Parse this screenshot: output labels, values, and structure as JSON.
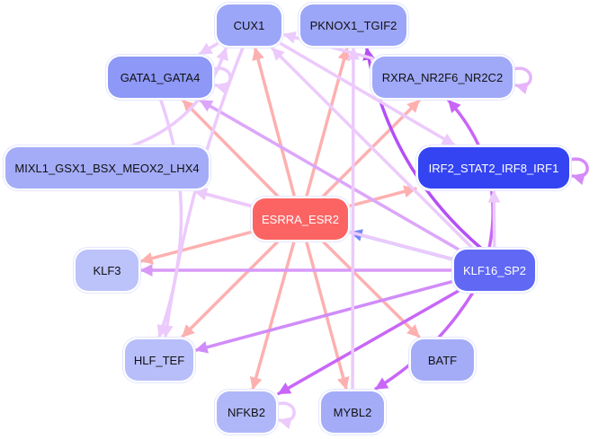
{
  "graph": {
    "title": "Transcription factor regulatory network",
    "nodes": [
      {
        "id": "CUX1",
        "label": "CUX1",
        "color": "#9ca6f8",
        "text_color": "#111111"
      },
      {
        "id": "PKNOX1_TGIF2",
        "label": "PKNOX1_TGIF2",
        "color": "#9ca6f8",
        "text_color": "#111111"
      },
      {
        "id": "GATA1_GATA4",
        "label": "GATA1_GATA4",
        "color": "#8d98f7",
        "text_color": "#111111"
      },
      {
        "id": "RXRA_NR2F6_NR2C2",
        "label": "RXRA_NR2F6_NR2C2",
        "color": "#a0a9f8",
        "text_color": "#111111"
      },
      {
        "id": "MIXL1_GSX1_BSX_MEOX2_LHX4",
        "label": "MIXL1_GSX1_BSX_MEOX2_LHX4",
        "color": "#a4acf8",
        "text_color": "#111111"
      },
      {
        "id": "IRF2_STAT2_IRF8_IRF1",
        "label": "IRF2_STAT2_IRF8_IRF1",
        "color": "#3444f2",
        "text_color": "#ffffff"
      },
      {
        "id": "ESRRA_ESR2",
        "label": "ESRRA_ESR2",
        "color": "#fc6464",
        "text_color": "#ffffff"
      },
      {
        "id": "KLF3",
        "label": "KLF3",
        "color": "#bcc2fa",
        "text_color": "#111111"
      },
      {
        "id": "KLF16_SP2",
        "label": "KLF16_SP2",
        "color": "#6068f4",
        "text_color": "#ffffff"
      },
      {
        "id": "HLF_TEF",
        "label": "HLF_TEF",
        "color": "#b8befa",
        "text_color": "#111111"
      },
      {
        "id": "BATF",
        "label": "BATF",
        "color": "#a4acf8",
        "text_color": "#111111"
      },
      {
        "id": "NFKB2",
        "label": "NFKB2",
        "color": "#b0b7f9",
        "text_color": "#111111"
      },
      {
        "id": "MYBL2",
        "label": "MYBL2",
        "color": "#a4acf8",
        "text_color": "#111111"
      }
    ],
    "edges": [
      {
        "source": "ESRRA_ESR2",
        "target": "CUX1",
        "color": "#fdb0b0"
      },
      {
        "source": "ESRRA_ESR2",
        "target": "PKNOX1_TGIF2",
        "color": "#fdb0b0"
      },
      {
        "source": "ESRRA_ESR2",
        "target": "GATA1_GATA4",
        "color": "#fdb0b0"
      },
      {
        "source": "ESRRA_ESR2",
        "target": "RXRA_NR2F6_NR2C2",
        "color": "#fdb0b0"
      },
      {
        "source": "ESRRA_ESR2",
        "target": "MIXL1_GSX1_BSX_MEOX2_LHX4",
        "color": "#fdb0b0"
      },
      {
        "source": "ESRRA_ESR2",
        "target": "IRF2_STAT2_IRF8_IRF1",
        "color": "#fdb0b0"
      },
      {
        "source": "ESRRA_ESR2",
        "target": "KLF3",
        "color": "#fdb0b0"
      },
      {
        "source": "ESRRA_ESR2",
        "target": "HLF_TEF",
        "color": "#fdb0b0"
      },
      {
        "source": "ESRRA_ESR2",
        "target": "NFKB2",
        "color": "#fdb0b0"
      },
      {
        "source": "ESRRA_ESR2",
        "target": "MYBL2",
        "color": "#fdb0b0"
      },
      {
        "source": "ESRRA_ESR2",
        "target": "BATF",
        "color": "#fdb0b0"
      },
      {
        "source": "KLF16_SP2",
        "target": "ESRRA_ESR2",
        "color": "#7488f6"
      },
      {
        "source": "KLF16_SP2",
        "target": "KLF3",
        "color": "#d89af8"
      },
      {
        "source": "KLF16_SP2",
        "target": "HLF_TEF",
        "color": "#d08cf8"
      },
      {
        "source": "KLF16_SP2",
        "target": "NFKB2",
        "color": "#c866f8"
      },
      {
        "source": "KLF16_SP2",
        "target": "MYBL2",
        "color": "#c866f8"
      },
      {
        "source": "KLF16_SP2",
        "target": "PKNOX1_TGIF2",
        "color": "#b44ef6"
      },
      {
        "source": "KLF16_SP2",
        "target": "RXRA_NR2F6_NR2C2",
        "color": "#c866f8"
      },
      {
        "source": "KLF16_SP2",
        "target": "IRF2_STAT2_IRF8_IRF1",
        "color": "#eccafc"
      },
      {
        "source": "KLF16_SP2",
        "target": "GATA1_GATA4",
        "color": "#dca6fa"
      },
      {
        "source": "KLF16_SP2",
        "target": "MIXL1_GSX1_BSX_MEOX2_LHX4",
        "color": "#eccafc"
      },
      {
        "source": "KLF16_SP2",
        "target": "CUX1",
        "color": "#eccafc"
      },
      {
        "source": "MIXL1_GSX1_BSX_MEOX2_LHX4",
        "target": "CUX1",
        "color": "#eccafc"
      },
      {
        "source": "CUX1",
        "target": "GATA1_GATA4",
        "color": "#eccafc"
      },
      {
        "source": "GATA1_GATA4",
        "target": "HLF_TEF",
        "color": "#eccafc"
      },
      {
        "source": "CUX1",
        "target": "HLF_TEF",
        "color": "#eccafc"
      },
      {
        "source": "CUX1",
        "target": "IRF2_STAT2_IRF8_IRF1",
        "color": "#eccafc"
      },
      {
        "source": "MYBL2",
        "target": "PKNOX1_TGIF2",
        "color": "#eccafc"
      },
      {
        "source": "RXRA_NR2F6_NR2C2",
        "target": "CUX1",
        "color": "#eccafc"
      },
      {
        "source": "RXRA_NR2F6_NR2C2",
        "target": "RXRA_NR2F6_NR2C2",
        "color": "#e6b4fa"
      },
      {
        "source": "IRF2_STAT2_IRF8_IRF1",
        "target": "IRF2_STAT2_IRF8_IRF1",
        "color": "#d48af8"
      },
      {
        "source": "NFKB2",
        "target": "NFKB2",
        "color": "#eccafc"
      },
      {
        "source": "GATA1_GATA4",
        "target": "GATA1_GATA4",
        "color": "#eccafc"
      }
    ]
  }
}
